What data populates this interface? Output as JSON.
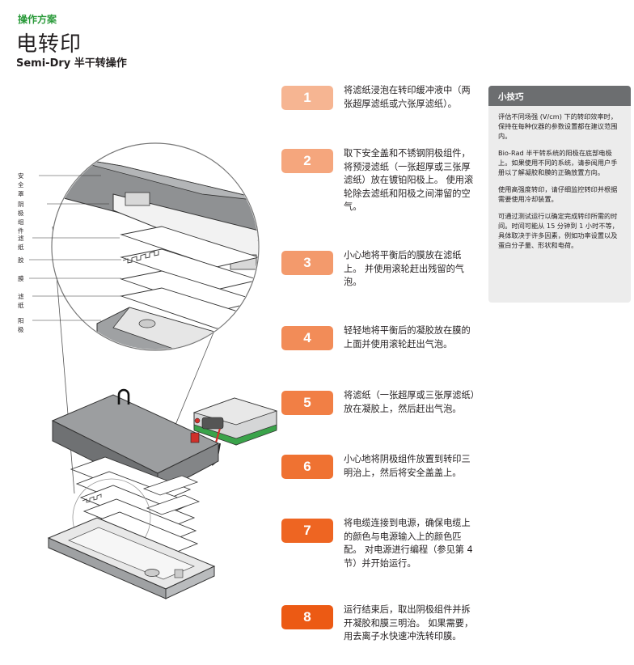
{
  "header": {
    "section": "操作方案",
    "title": "电转印",
    "subtitle": "Semi-Dry 半干转操作"
  },
  "steps": [
    {
      "number": "1",
      "text": "将滤纸浸泡在转印缓冲液中（两张超厚滤纸或六张厚滤纸）。",
      "color": "#f6b592"
    },
    {
      "number": "2",
      "text": "取下安全盖和不锈钢阴极组件，将预浸滤纸（一张超厚或三张厚滤纸）放在镀铂阳极上。 使用滚轮除去滤纸和阳极之间滞留的空气。",
      "color": "#f5a67d"
    },
    {
      "number": "3",
      "text": "小心地将平衡后的膜放在滤纸上。 并使用滚轮赶出残留的气泡。",
      "color": "#f39a6c"
    },
    {
      "number": "4",
      "text": "轻轻地将平衡后的凝胶放在膜的上面并使用滚轮赶出气泡。",
      "color": "#f28c58"
    },
    {
      "number": "5",
      "text": "将滤纸（一张超厚或三张厚滤纸）放在凝胶上，然后赶出气泡。",
      "color": "#f17f45"
    },
    {
      "number": "6",
      "text": "小心地将阴极组件放置到转印三明治上，然后将安全盖盖上。",
      "color": "#ef7232"
    },
    {
      "number": "7",
      "text": "将电缆连接到电源，确保电缆上的颜色与电源输入上的颜色匹配。 对电源进行编程（参见第 4 节）并开始运行。",
      "color": "#ee6522"
    },
    {
      "number": "8",
      "text": "运行结束后，取出阴极组件并拆开凝胶和膜三明治。 如果需要，用去离子水快速冲洗转印膜。",
      "color": "#ec5a14"
    }
  ],
  "tips": {
    "heading": "小技巧",
    "paragraphs": [
      "评估不同场强 (V/cm) 下的转印效率时，保持在每种仪器的参数设置都在建议范围内。",
      "Bio-Rad 半干转系统的阳极在底部电极上。如果使用不同的系统，请参阅用户手册以了解凝胶和膜的正确放置方向。",
      "使用高强度转印，请仔细监控转印并根据需要使用冷却装置。",
      "可通过测试运行以确定完成转印所需的时间。时间可能从 15 分钟到 1 小时不等，具体取决于许多因素，例如功率设置以及蛋白分子量、形状和电荷。"
    ]
  },
  "diagram_labels": {
    "safety_cover": "安全罩",
    "cathode": "阴极组件",
    "filter_top": "滤纸",
    "gel": "胶",
    "membrane": "膜",
    "filter_bottom": "滤纸",
    "anode": "阳极"
  }
}
